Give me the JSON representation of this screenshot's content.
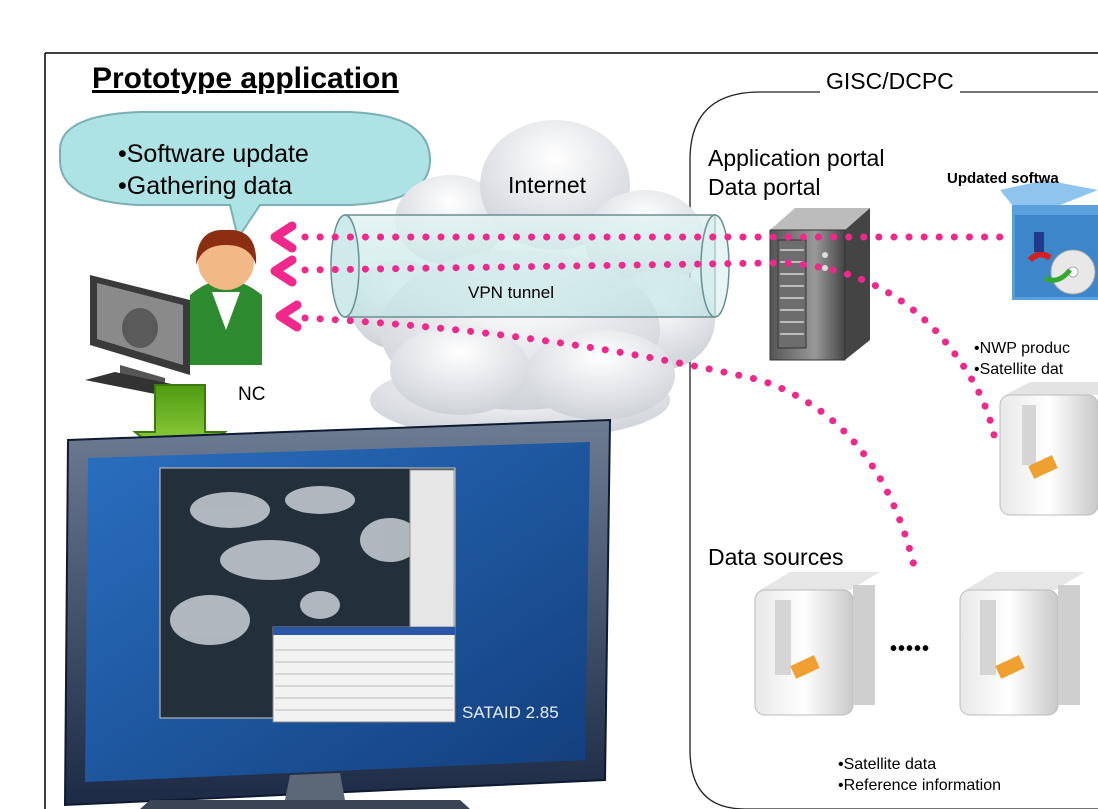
{
  "title": "Prototype application",
  "bubble": {
    "line1": "•Software update",
    "line2": "•Gathering data"
  },
  "region_label": "GISC/DCPC",
  "internet_label": "Internet",
  "vpn_label": "VPN tunnel",
  "nc_label": "NC",
  "portal": {
    "line1": "Application portal",
    "line2": "Data portal"
  },
  "updated_software_label": "Updated softwa",
  "nwp_server": {
    "line1": "•NWP produc",
    "line2": "•Satellite dat"
  },
  "data_sources_label": "Data sources",
  "ellipsis": "•••••",
  "sources_caption": {
    "line1": "•Satellite data",
    "line2": "•Reference information"
  },
  "monitor_caption": "SATAID 2.85",
  "colors": {
    "dots": "#f0288c",
    "bubble": "#aee3e6",
    "arrow": "#7ec828",
    "screen_frame": "#2a3d5e",
    "desktop": "#1f5da3"
  }
}
